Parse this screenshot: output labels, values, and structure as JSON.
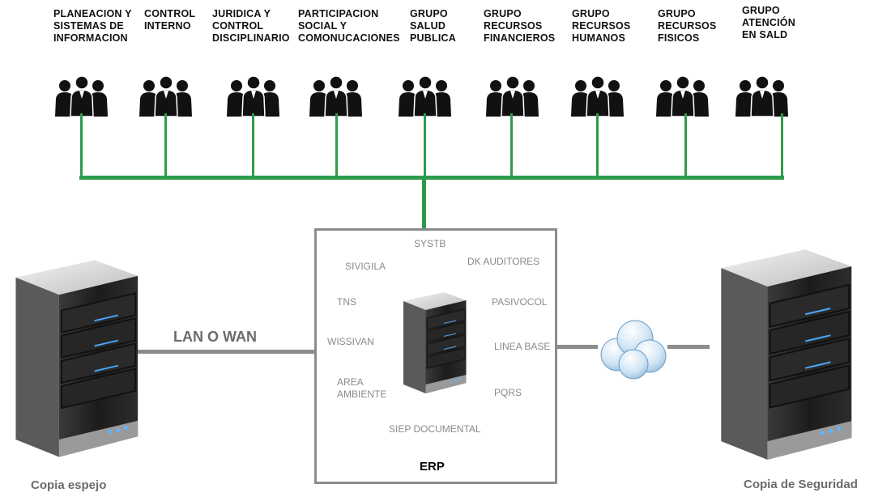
{
  "departments": [
    {
      "lines": [
        "PLANEACION Y",
        "SISTEMAS DE",
        "INFORMACION"
      ]
    },
    {
      "lines": [
        "CONTROL",
        "INTERNO"
      ]
    },
    {
      "lines": [
        "JURIDICA Y",
        "CONTROL",
        "DISCIPLINARIO"
      ]
    },
    {
      "lines": [
        "PARTICIPACION",
        "SOCIAL Y",
        "COMONUCACIONES"
      ]
    },
    {
      "lines": [
        "GRUPO",
        "SALUD",
        "PUBLICA"
      ]
    },
    {
      "lines": [
        "GRUPO",
        "RECURSOS",
        "FINANCIEROS"
      ]
    },
    {
      "lines": [
        "GRUPO",
        "RECURSOS",
        "HUMANOS"
      ]
    },
    {
      "lines": [
        "GRUPO",
        "RECURSOS",
        "FISICOS"
      ]
    },
    {
      "lines": [
        "GRUPO",
        "ATENCIÓN",
        "EN SALD"
      ]
    }
  ],
  "erp": {
    "label": "ERP",
    "modules": {
      "systb": "SYSTB",
      "dk_auditores": "DK AUDITORES",
      "sivigila": "SIVIGILA",
      "tns": "TNS",
      "pasivocol": "PASIVOCOL",
      "wissivan": "WISSIVAN",
      "linea_base": "LINEA BASE",
      "area_ambiente": [
        "AREA",
        "AMBIENTE"
      ],
      "pqrs": "PQRS",
      "siep_documental": "SIEP DOCUMENTAL"
    }
  },
  "network": {
    "lan_label": "LAN O WAN"
  },
  "servers": {
    "mirror_caption": "Copia espejo",
    "backup_caption": "Copia de Seguridad"
  },
  "colors": {
    "bus": "#2e9b4a",
    "frame": "#8c8c8c",
    "people": "#111111"
  }
}
